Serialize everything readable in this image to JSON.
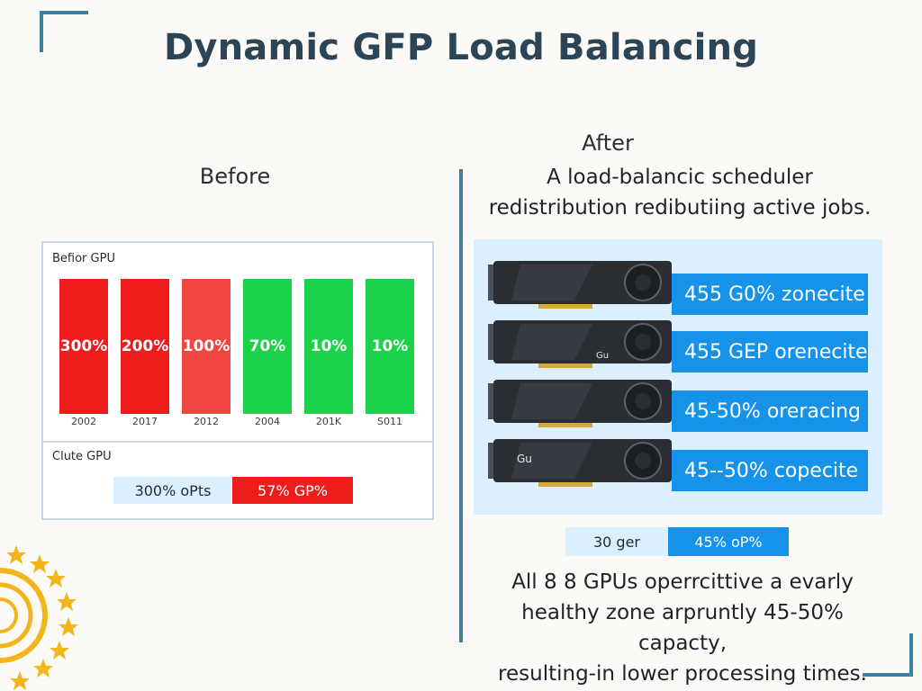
{
  "title": "Dynamic GFP Load Balancing",
  "before": {
    "label": "Before",
    "panel_title": "Befior GPU",
    "bars": [
      {
        "value_label": "300%",
        "year": "2002",
        "color": "#ee1c1c"
      },
      {
        "value_label": "200%",
        "year": "2017",
        "color": "#ee1c1c"
      },
      {
        "value_label": "100%",
        "year": "2012",
        "color": "#f0463f"
      },
      {
        "value_label": "70%",
        "year": "2004",
        "color": "#1cd24a"
      },
      {
        "value_label": "10%",
        "year": "201K",
        "color": "#1cd24a"
      },
      {
        "value_label": "10%",
        "year": "S011",
        "color": "#1cd24a"
      }
    ],
    "cluster_title": "Clute GPU",
    "pill_left": "300% oPts",
    "pill_right": "57% GP%"
  },
  "after": {
    "label": "After",
    "desc_line1": "A load-balancic scheduler",
    "desc_line2": "redistribution redibutiing active jobs.",
    "gpus": [
      {
        "label": "455 G0% zonecite",
        "badge": ""
      },
      {
        "label": "455 GEP orenecite",
        "badge": "Gu"
      },
      {
        "label": "45-50% oreracing",
        "badge": ""
      },
      {
        "label": "45--50% copecite",
        "badge": "Gu"
      }
    ],
    "summary_left": "30 ger",
    "summary_right": "45% oP%",
    "foot_line1": "All 8 8 GPUs operrcittive a evarly",
    "foot_line2": "healthy zone arpruntly 45-50% capacty,",
    "foot_line3": "resulting-in lower processing times."
  },
  "colors": {
    "accent": "#3f7fa0",
    "label_blue": "#1692e8",
    "red": "#ee1c1c",
    "green": "#1cd24a"
  }
}
